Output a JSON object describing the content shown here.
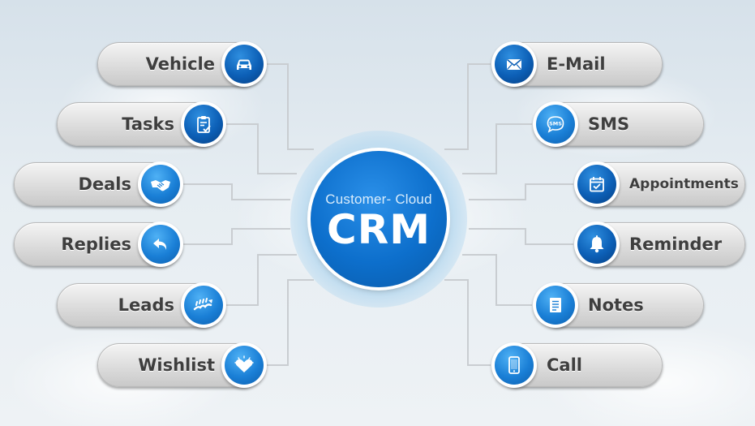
{
  "hub": {
    "subtitle": "Customer- Cloud",
    "title": "CRM"
  },
  "left_items": [
    {
      "label": "Vehicle",
      "icon": "car-icon"
    },
    {
      "label": "Tasks",
      "icon": "clipboard-check-icon"
    },
    {
      "label": "Deals",
      "icon": "handshake-icon"
    },
    {
      "label": "Replies",
      "icon": "reply-arrow-icon"
    },
    {
      "label": "Leads",
      "icon": "leads-hands-icon"
    },
    {
      "label": "Wishlist",
      "icon": "heart-icon"
    }
  ],
  "right_items": [
    {
      "label": "E-Mail",
      "icon": "envelope-icon"
    },
    {
      "label": "SMS",
      "icon": "sms-bubble-icon",
      "icon_text": "SMS"
    },
    {
      "label": "Appointments",
      "icon": "calendar-check-icon"
    },
    {
      "label": "Reminder",
      "icon": "bell-icon"
    },
    {
      "label": "Notes",
      "icon": "notes-list-icon"
    },
    {
      "label": "Call",
      "icon": "tablet-phone-icon"
    }
  ],
  "colors": {
    "hub_blue": "#0d6fcc",
    "icon_blue": "#1a7fd6",
    "pill_gray": "#dcdcdc",
    "label_text": "#3e3e3e",
    "connector": "#c9cdd1"
  }
}
